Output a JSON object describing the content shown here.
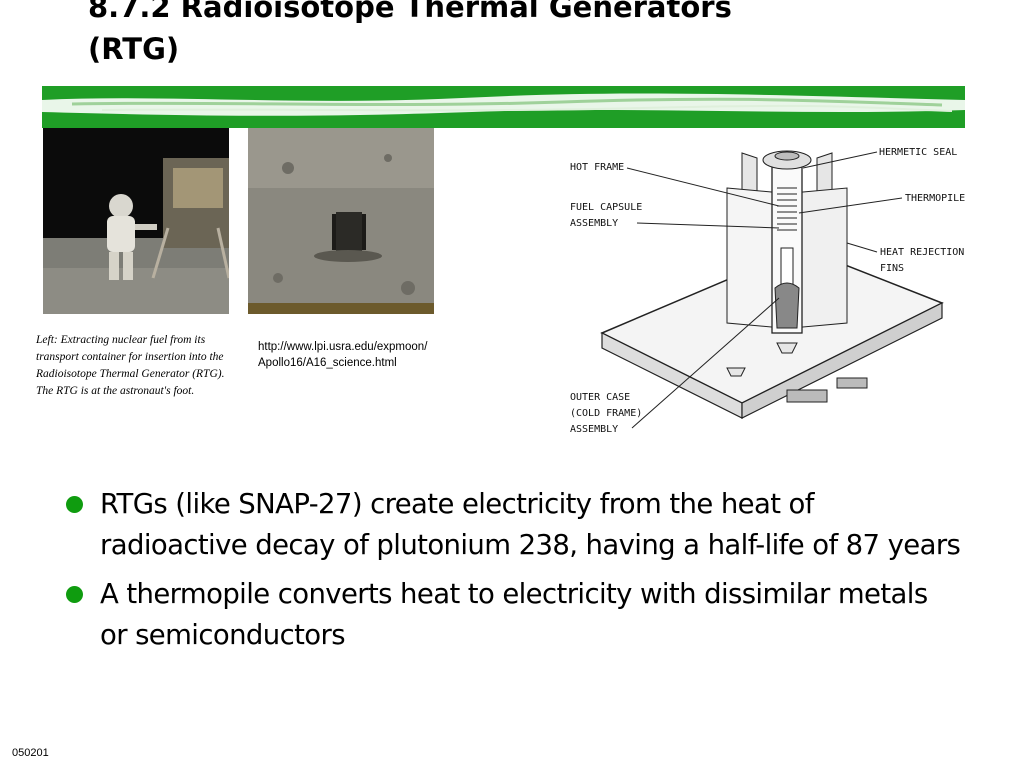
{
  "slide": {
    "title_line1": "8.7.2 Radioisotope Thermal Generators",
    "title_line2": "(RTG)",
    "footer": "050201"
  },
  "photos": {
    "caption": "Left: Extracting nuclear fuel from its transport container for insertion into the Radioisotope Thermal Generator (RTG). The RTG is at the astronaut's foot.",
    "source_url": "http://www.lpi.usra.edu/expmoon/Apollo16/A16_science.html"
  },
  "diagram": {
    "labels": {
      "hot_frame": "HOT FRAME",
      "fuel_capsule_1": "FUEL CAPSULE",
      "fuel_capsule_2": "ASSEMBLY",
      "hermetic_seal": "HERMETIC SEAL",
      "thermopile": "THERMOPILE",
      "heat_rejection_1": "HEAT REJECTION",
      "heat_rejection_2": "FINS",
      "outer_case_1": "OUTER CASE",
      "outer_case_2": "(COLD FRAME)",
      "outer_case_3": "ASSEMBLY"
    }
  },
  "bullets": [
    {
      "text": "RTGs (like SNAP-27) create electricity from the heat of radioactive decay of plutonium 238, having a half-life of 87 years"
    },
    {
      "text": "A thermopile converts heat to electricity with dissimilar metals or semiconductors"
    }
  ],
  "colors": {
    "accent_green": "#0f9c0f",
    "bar_green": "#1f9e26"
  }
}
